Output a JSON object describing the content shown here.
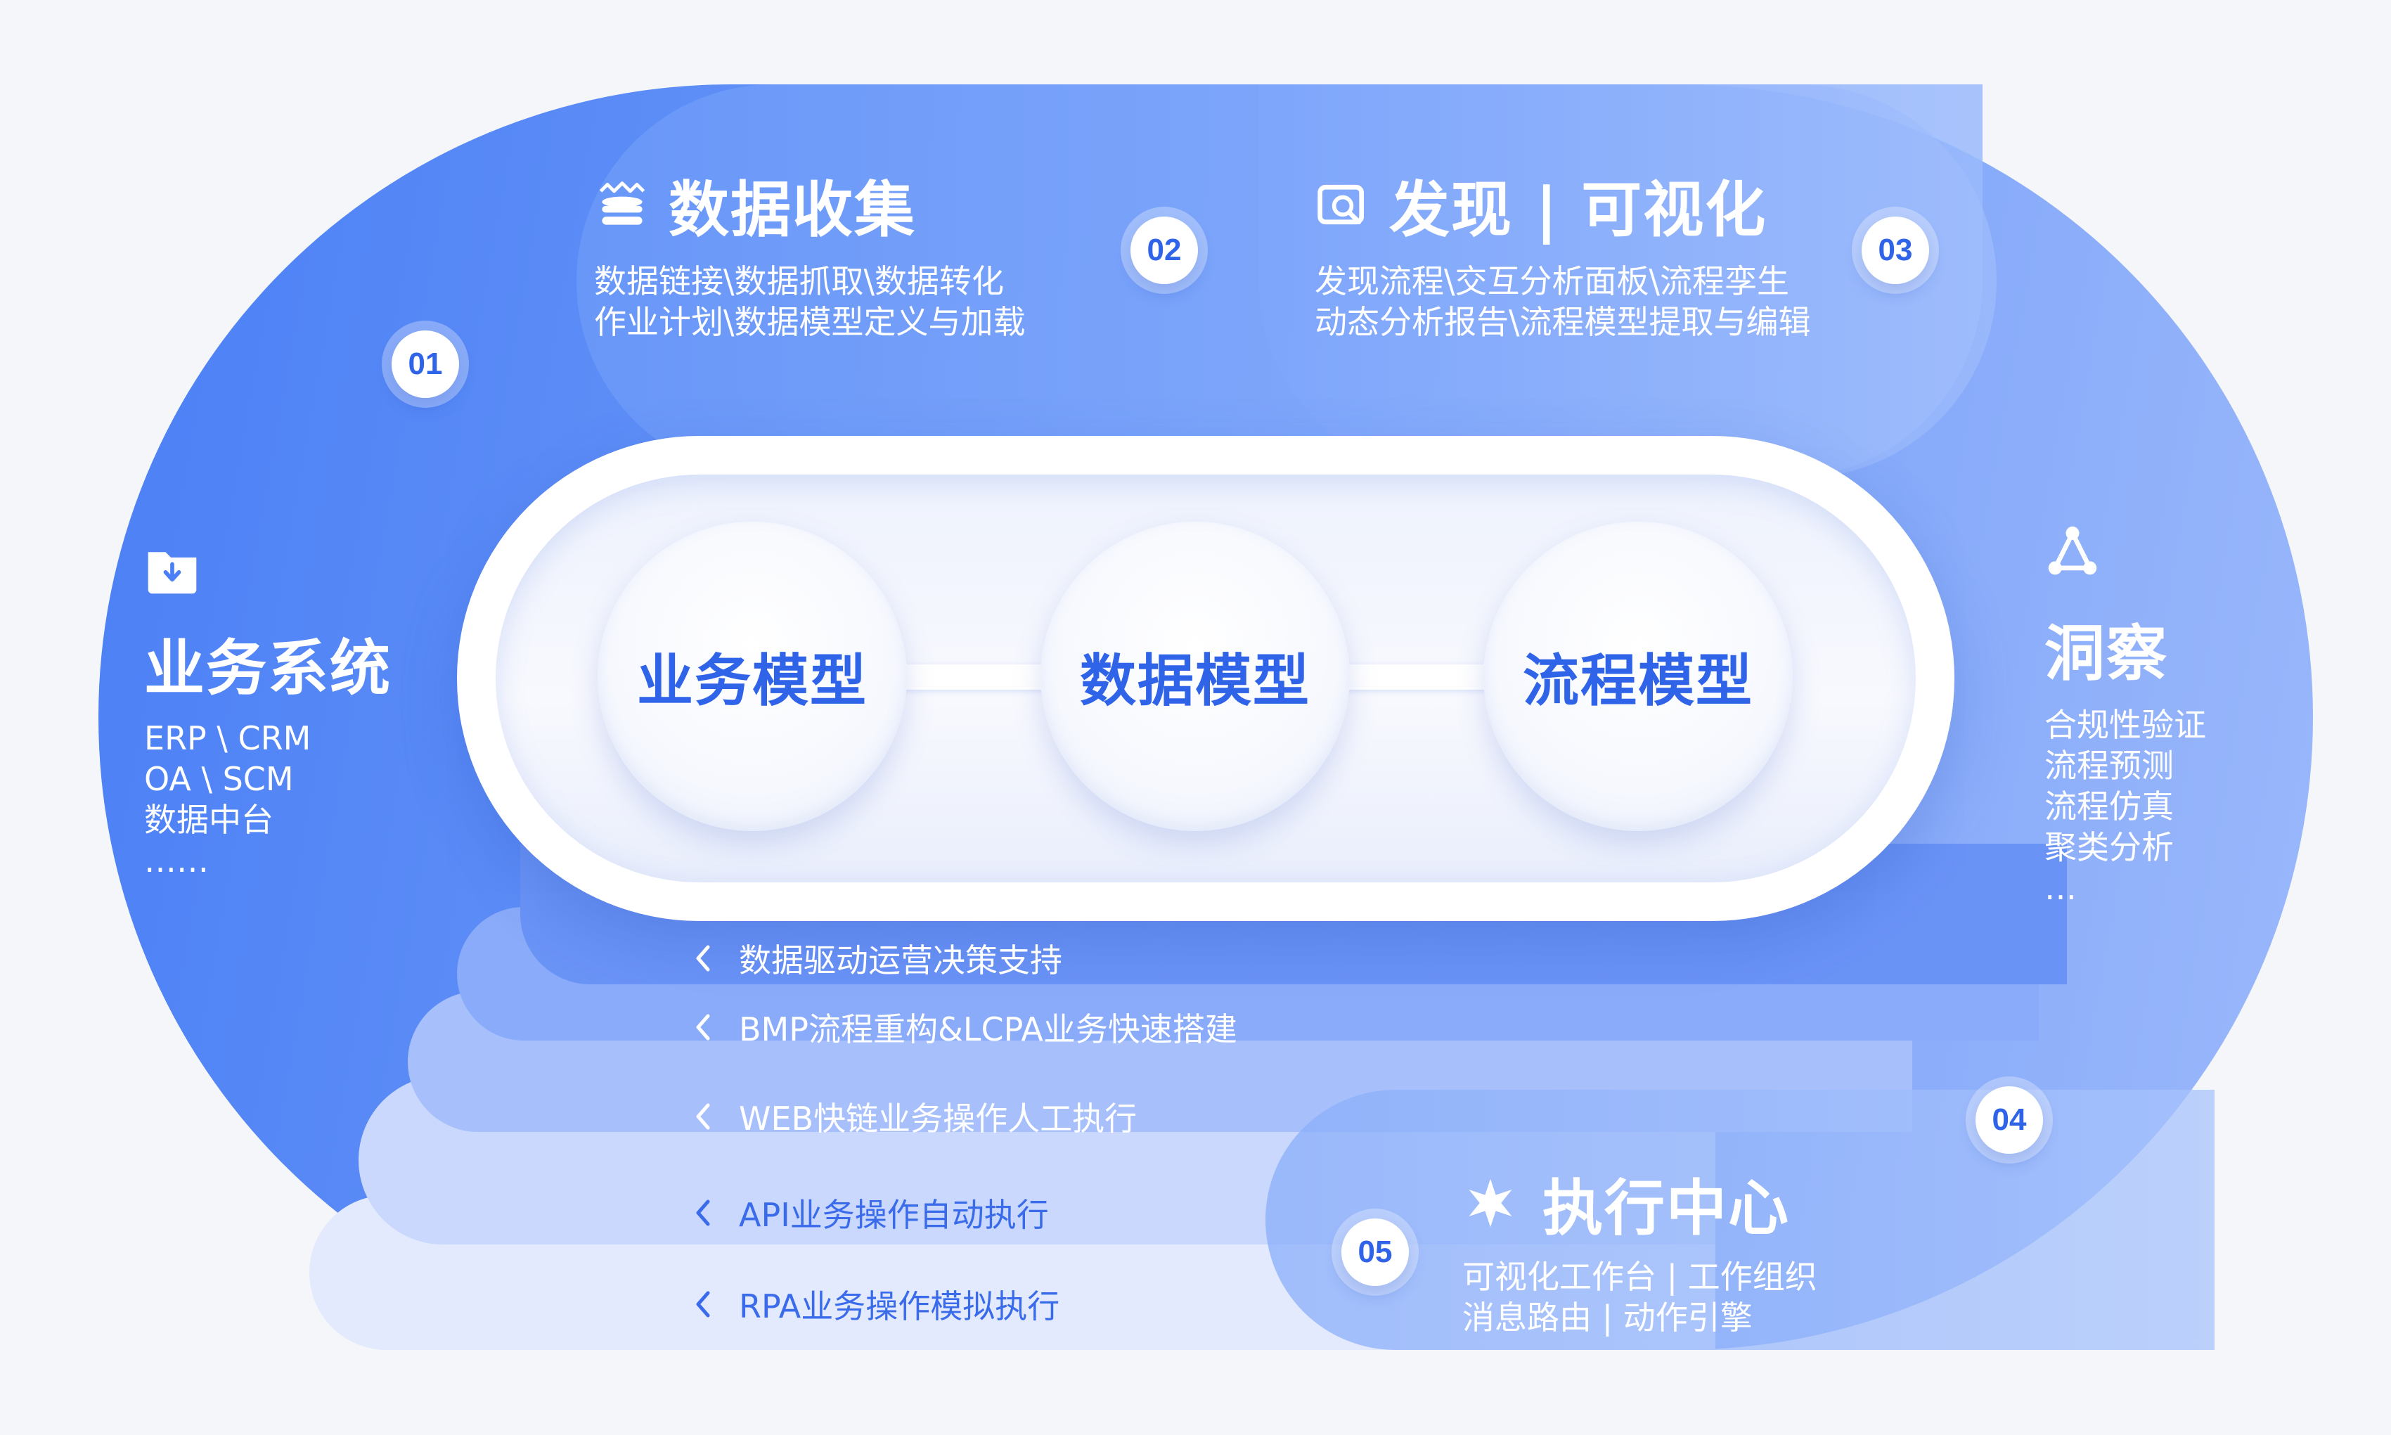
{
  "colors": {
    "primary": "#2f63e8",
    "outer_left": "#4a7ff5",
    "outer_right": "#9bb8fb",
    "white": "#ffffff",
    "background": "#f4f6f9"
  },
  "core": {
    "nodes": [
      {
        "label": "业务模型"
      },
      {
        "label": "数据模型"
      },
      {
        "label": "流程模型"
      }
    ]
  },
  "badges": [
    "01",
    "02",
    "03",
    "04",
    "05"
  ],
  "sections": {
    "business_system": {
      "icon": "folder-download-icon",
      "title": "业务系统",
      "lines": [
        "ERP \\ CRM",
        "OA \\ SCM",
        "数据中台",
        "……"
      ]
    },
    "data_collection": {
      "icon": "database-stack-icon",
      "title": "数据收集",
      "lines": [
        "数据链接\\数据抓取\\数据转化",
        "作业计划\\数据模型定义与加载"
      ]
    },
    "discovery": {
      "icon": "search-image-icon",
      "title": "发现 | 可视化",
      "lines": [
        "发现流程\\交互分析面板\\流程孪生",
        "动态分析报告\\流程模型提取与编辑"
      ]
    },
    "insight": {
      "icon": "triangle-nodes-icon",
      "title": "洞察",
      "lines": [
        "合规性验证",
        "流程预测",
        "流程仿真",
        "聚类分析",
        "…"
      ]
    },
    "execution_center": {
      "icon": "star-burst-icon",
      "title": "执行中心",
      "lines": [
        "可视化工作台 | 工作组织",
        "消息路由 |  动作引擎"
      ]
    }
  },
  "execution_list": [
    "数据驱动运营决策支持",
    "BMP流程重构&LCPA业务快速搭建",
    "WEB快链业务操作人工执行",
    "API业务操作自动执行",
    "RPA业务操作模拟执行"
  ]
}
